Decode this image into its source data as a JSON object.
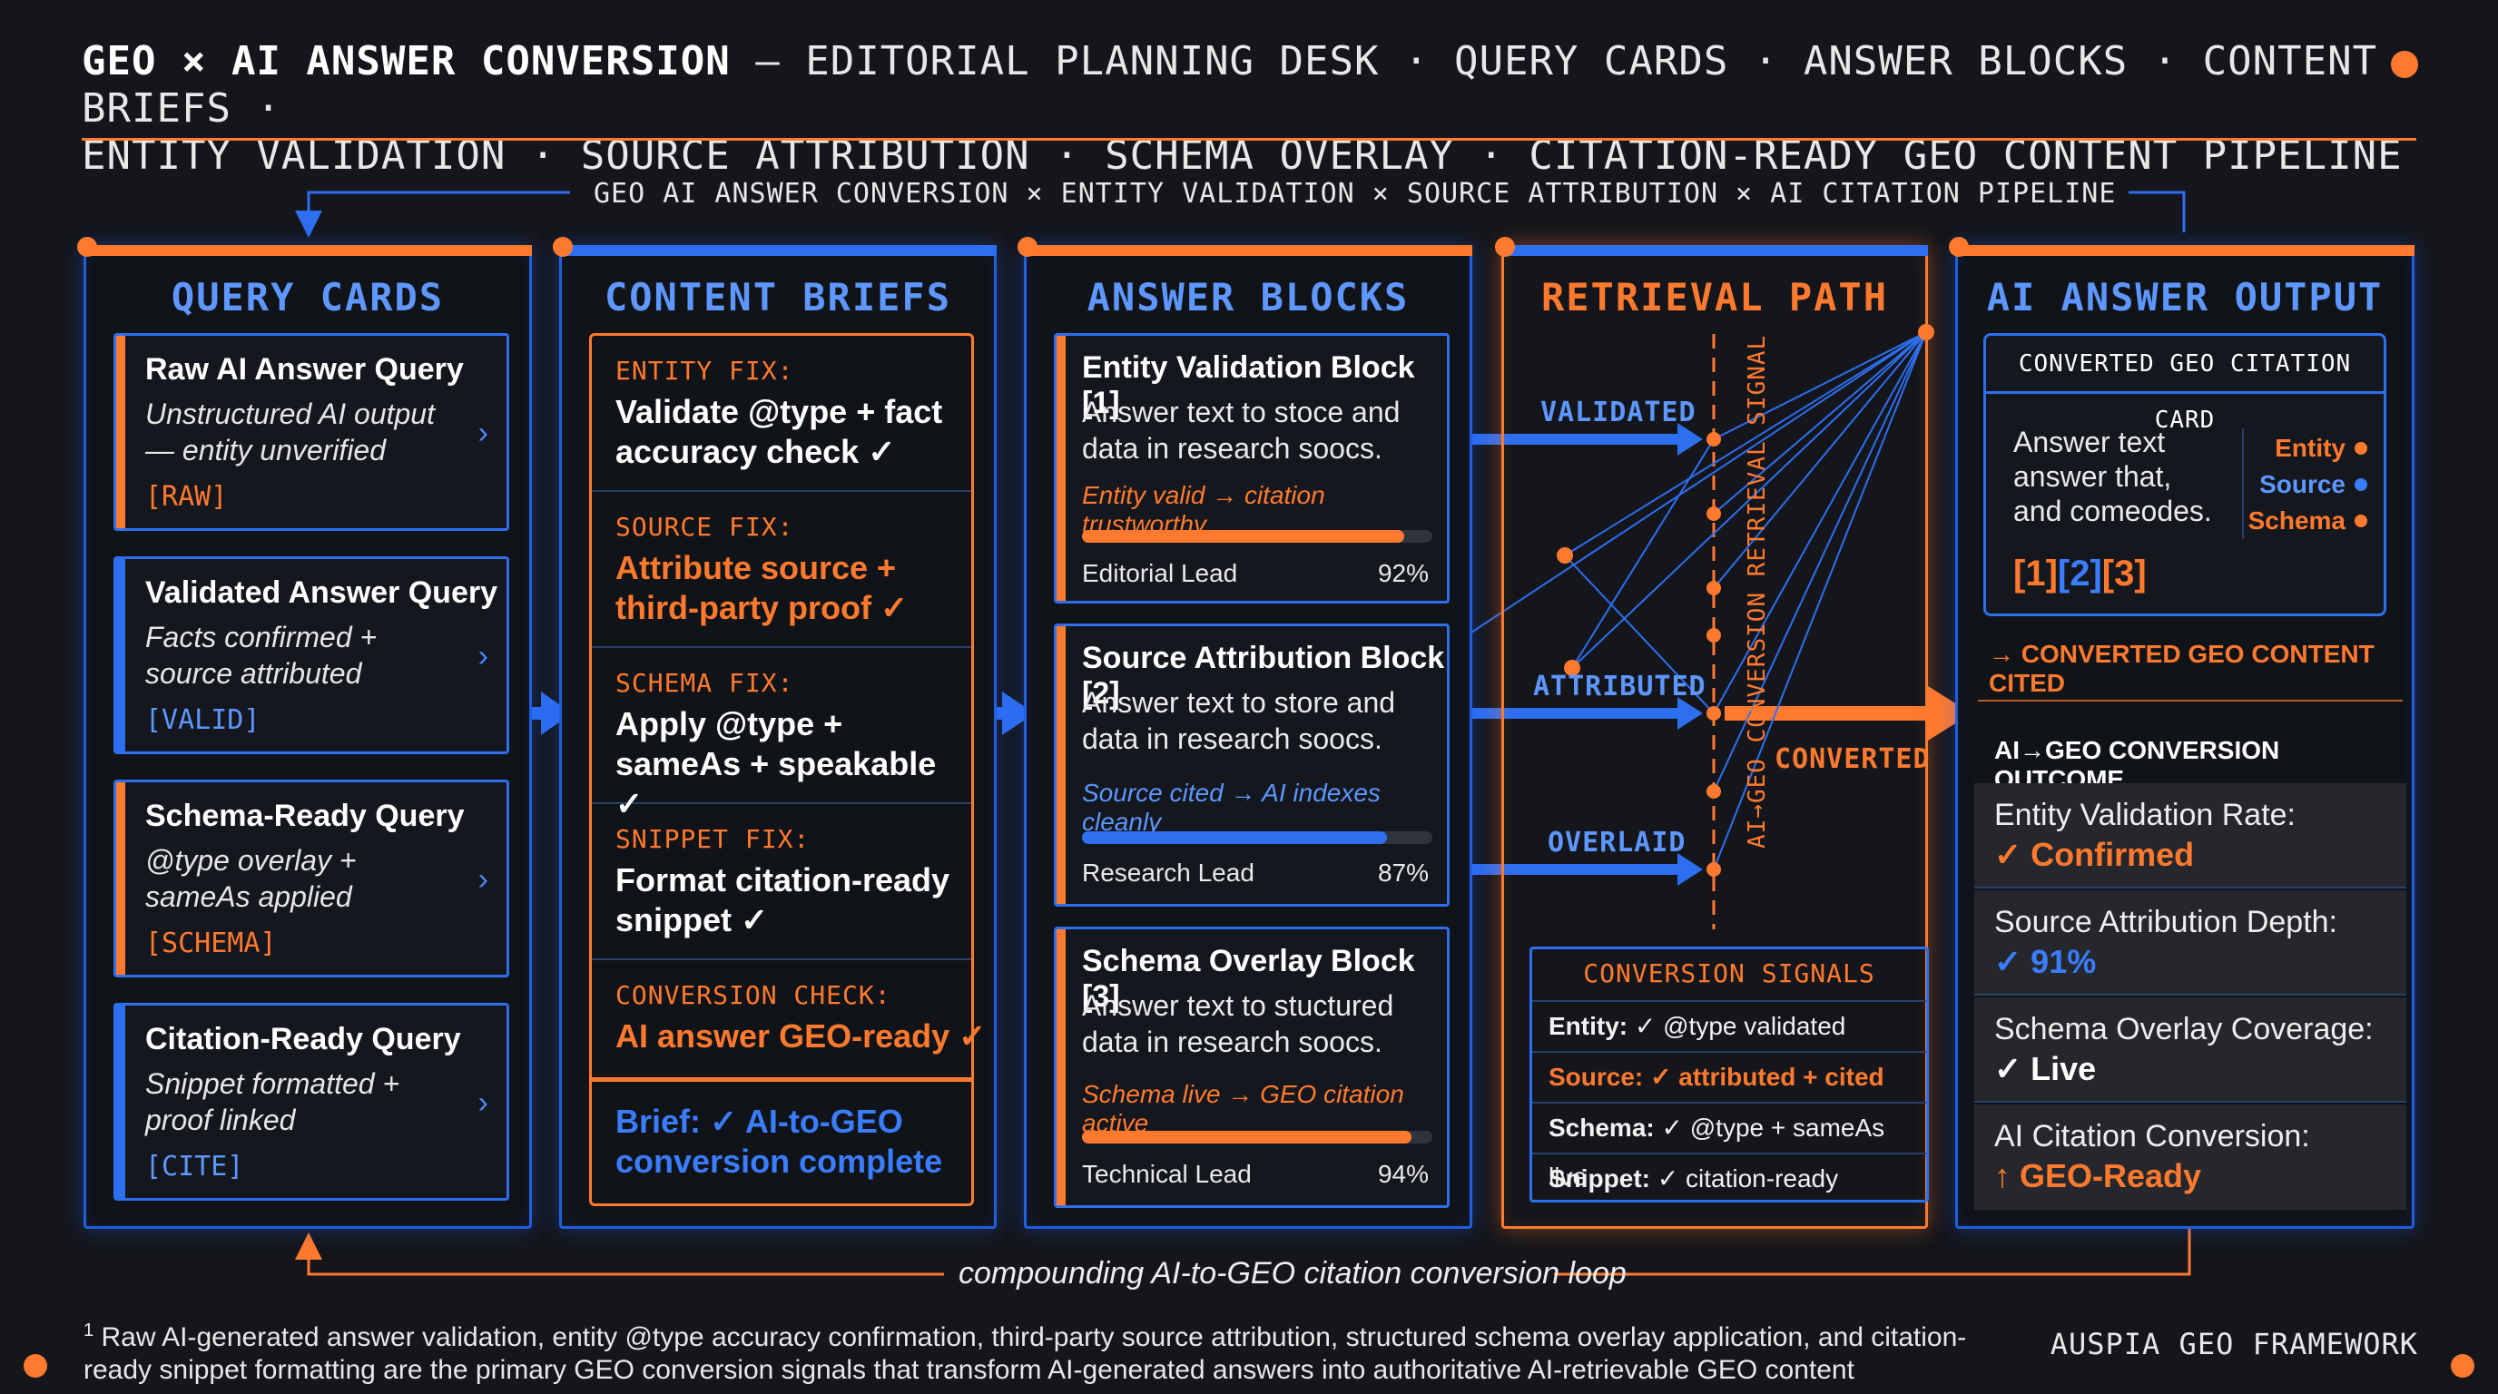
{
  "header": {
    "title": "GEO × AI ANSWER CONVERSION",
    "line1_rest": " — EDITORIAL PLANNING DESK · QUERY CARDS · ANSWER BLOCKS · CONTENT BRIEFS ·",
    "line2": "ENTITY VALIDATION · SOURCE ATTRIBUTION · SCHEMA OVERLAY · CITATION-READY GEO CONTENT PIPELINE"
  },
  "pipeline_label": "GEO AI ANSWER CONVERSION × ENTITY VALIDATION × SOURCE ATTRIBUTION × AI CITATION PIPELINE",
  "columns": {
    "query": "QUERY CARDS",
    "briefs": "CONTENT BRIEFS",
    "answers": "ANSWER BLOCKS",
    "retrieval": "RETRIEVAL PATH",
    "output": "AI ANSWER OUTPUT"
  },
  "query_cards": [
    {
      "title": "Raw AI Answer Query",
      "sub": "Unstructured AI output — entity unverified",
      "tag": "[RAW]"
    },
    {
      "title": "Validated Answer Query",
      "sub": "Facts confirmed + source attributed",
      "tag": "[VALID]"
    },
    {
      "title": "Schema-Ready Query",
      "sub": "@type overlay + sameAs applied",
      "tag": "[SCHEMA]"
    },
    {
      "title": "Citation-Ready Query",
      "sub": "Snippet formatted + proof linked",
      "tag": "[CITE]"
    }
  ],
  "briefs": [
    {
      "label": "ENTITY FIX:",
      "value": "Validate @type + fact accuracy check ✓"
    },
    {
      "label": "SOURCE FIX:",
      "value": "Attribute source + third-party proof ✓"
    },
    {
      "label": "SCHEMA FIX:",
      "value": "Apply @type + sameAs + speakable ✓"
    },
    {
      "label": "SNIPPET FIX:",
      "value": "Format citation-ready snippet ✓"
    },
    {
      "label": "CONVERSION CHECK:",
      "value": "AI answer GEO-ready ✓"
    },
    {
      "label": "",
      "value": "Brief: ✓ AI-to-GEO conversion complete"
    }
  ],
  "answer_blocks": [
    {
      "title": "Entity Validation Block [1]",
      "body": "Answer text to stoce and data in research soocs.",
      "italic": "Entity valid → citation trustworthy",
      "lead": "Editorial Lead",
      "pct": "92%",
      "progress": 0.92
    },
    {
      "title": "Source Attribution Block [2]",
      "body": "Answer text to store and data in research soocs.",
      "italic": "Source cited → AI indexes cleanly",
      "lead": "Research Lead",
      "pct": "87%",
      "progress": 0.87
    },
    {
      "title": "Schema Overlay Block [3]",
      "body": "Answer text to stuctured data in research soocs.",
      "italic": "Schema live → GEO citation active",
      "lead": "Technical Lead",
      "pct": "94%",
      "progress": 0.94
    }
  ],
  "retrieval": {
    "validated": "VALIDATED",
    "attributed": "ATTRIBUTED",
    "overlaid": "OVERLAID",
    "converted": "CONVERTED",
    "vertical": "AI→GEO CONVERSION RETRIEVAL SIGNAL",
    "signals_title": "CONVERSION SIGNALS",
    "signals": [
      {
        "key": "Entity:",
        "val": "✓ @type validated"
      },
      {
        "key": "Source:",
        "val": "✓ attributed + cited"
      },
      {
        "key": "Schema:",
        "val": "✓ @type + sameAs live"
      },
      {
        "key": "Snippet:",
        "val": "✓ citation-ready"
      }
    ]
  },
  "output": {
    "card_head": "CONVERTED GEO CITATION CARD",
    "card_body": "Answer text answer that, and comeodes.",
    "tags": [
      "Entity",
      "Source",
      "Schema"
    ],
    "refs": [
      "[1]",
      "[2]",
      "[3]"
    ],
    "cited": "→ CONVERTED GEO CONTENT CITED",
    "outcome_title": "AI→GEO CONVERSION OUTCOME",
    "outcomes": [
      {
        "label": "Entity Validation Rate:",
        "value": "✓ Confirmed"
      },
      {
        "label": "Source Attribution Depth:",
        "value": "✓ 91%"
      },
      {
        "label": "Schema Overlay Coverage:",
        "value": "✓ Live"
      },
      {
        "label": "AI Citation Conversion:",
        "value": "↑ GEO-Ready"
      }
    ]
  },
  "loop_label": "compounding AI-to-GEO citation conversion loop",
  "footnote_mark": "1",
  "footnote": "Raw AI-generated answer validation, entity @type accuracy confirmation, third-party source attribution, structured schema overlay application, and citation-ready snippet formatting are the primary GEO conversion signals that transform AI-generated answers into authoritative AI-retrievable GEO content",
  "brand": "AUSPIA GEO FRAMEWORK",
  "colors": {
    "orange": "#ff7a2e",
    "blue": "#2e6ff0",
    "bg": "#14161b"
  }
}
